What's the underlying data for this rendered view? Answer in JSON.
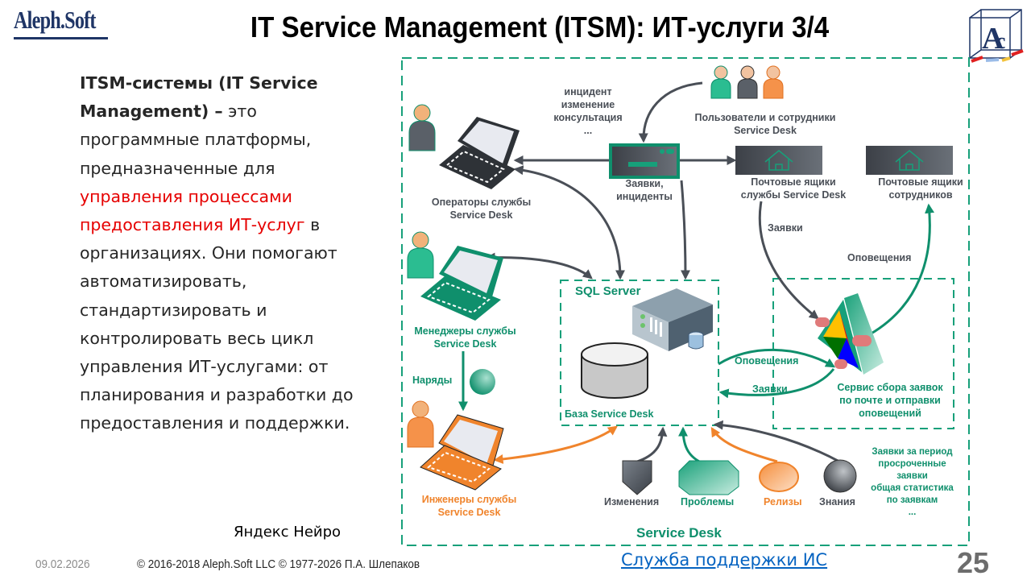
{
  "header": {
    "logo_left": "Aleph.Soft",
    "title": "IT Service Management (ITSM): ИТ-услуги 3/4",
    "logo_right": "AC"
  },
  "body": {
    "bold_lead": "ITSM-системы (IT Service Management) –",
    "text_1": " это программные платформы, предназначенные для ",
    "highlight": "управления процессами предоставления ИТ-услуг",
    "text_2": " в организациях. Они помогают автоматизировать, стандартизировать и контролировать весь цикл управления ИТ-услугами: от планирования и разработки до предоставления и поддержки.",
    "source": "Яндекс Нейро"
  },
  "diagram": {
    "request_types": "инцидент\nизменение\nконсультация\n...",
    "users_label": "Пользователи и сотрудники\nService Desk",
    "operators_label": "Операторы службы\nService Desk",
    "tickets_label": "Заявки,\nинциденты",
    "mailbox_sd_label": "Почтовые ящики\nслужбы Service Desk",
    "mailbox_staff_label": "Почтовые ящики\nсотрудников",
    "arrow_requests_label": "Заявки",
    "arrow_notifications_label": "Оповещения",
    "managers_label": "Менеджеры службы\nService Desk",
    "work_orders_label": "Наряды",
    "sql_server_label": "SQL Server",
    "db_label": "База Service Desk",
    "mail_service_label": "Сервис сбора заявок\nпо почте и отправки\nоповещений",
    "loop_notifications_label": "Оповещения",
    "loop_requests_label": "Заявки",
    "engineers_label": "Инженеры службы\nService Desk",
    "changes_label": "Изменения",
    "problems_label": "Проблемы",
    "releases_label": "Релизы",
    "knowledge_label": "Знания",
    "reports_label": "Заявки за период\nпросроченные\nзаявки\nобщая статистика\nпо заявкам\n...",
    "service_desk_label": "Service Desk",
    "colors": {
      "green": "#0f8f6c",
      "gray": "#4a4f57",
      "orange": "#f0842c"
    }
  },
  "footer": {
    "date": "09.02.2026",
    "copyright": "© 2016-2018 Aleph.Soft LLC © 1977-2026 П.А. Шлепаков",
    "link": "Служба поддержки ИС",
    "page_number": "25"
  }
}
